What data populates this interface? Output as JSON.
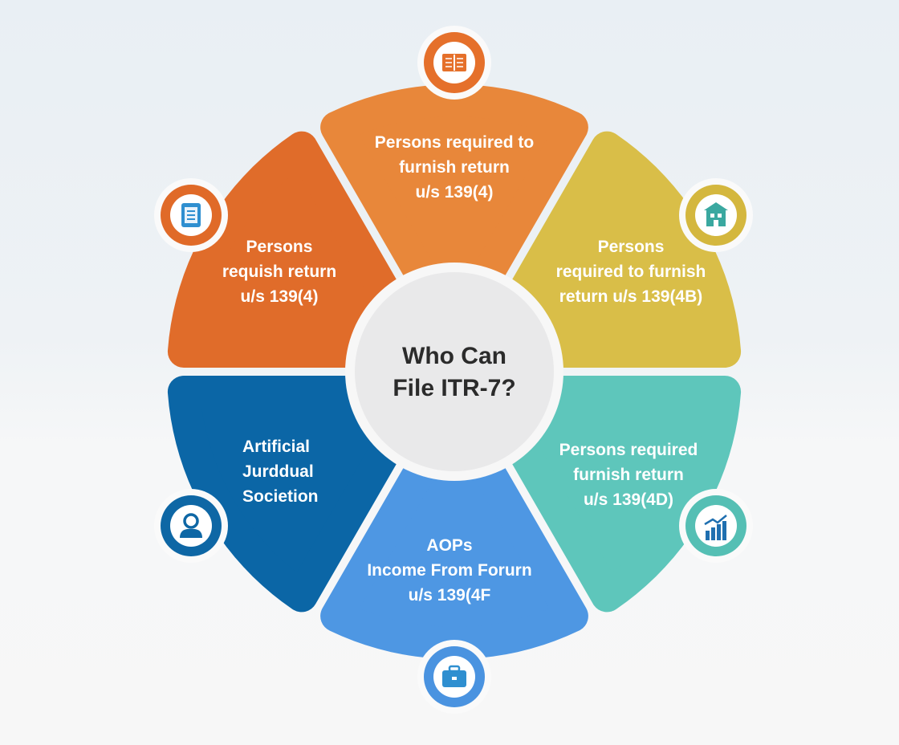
{
  "center": {
    "line1": "Who Can",
    "line2": "File ITR-7?"
  },
  "segments": [
    {
      "id": "top",
      "color": "#E8873A",
      "ring": "#E5702B",
      "icon": "book-icon",
      "lines": [
        "Persons required to",
        "furnish return",
        "u/s 139(4)"
      ]
    },
    {
      "id": "upper-right",
      "color": "#D9BE48",
      "ring": "#D4B73E",
      "icon": "building-icon",
      "lines": [
        "Persons",
        "required to furnish",
        "return u/s 139(4B)"
      ]
    },
    {
      "id": "lower-right",
      "color": "#5EC6BB",
      "ring": "#55BFB4",
      "icon": "chart-growth-icon",
      "lines": [
        "Persons required",
        "furnish return",
        "u/s 139(4D)"
      ]
    },
    {
      "id": "bottom",
      "color": "#4E97E3",
      "ring": "#4A93E0",
      "icon": "briefcase-icon",
      "lines": [
        "AOPs",
        "Income From Forurn",
        "u/s 139(4F"
      ]
    },
    {
      "id": "lower-left",
      "color": "#0B66A6",
      "ring": "#0E67A5",
      "icon": "person-icon",
      "lines": [
        "Artificial",
        "Jurddual",
        "Societion"
      ]
    },
    {
      "id": "upper-left",
      "color": "#E06C2A",
      "ring": "#E06A28",
      "icon": "document-icon",
      "lines": [
        "Persons",
        "requish return",
        "u/s 139(4)"
      ]
    }
  ]
}
